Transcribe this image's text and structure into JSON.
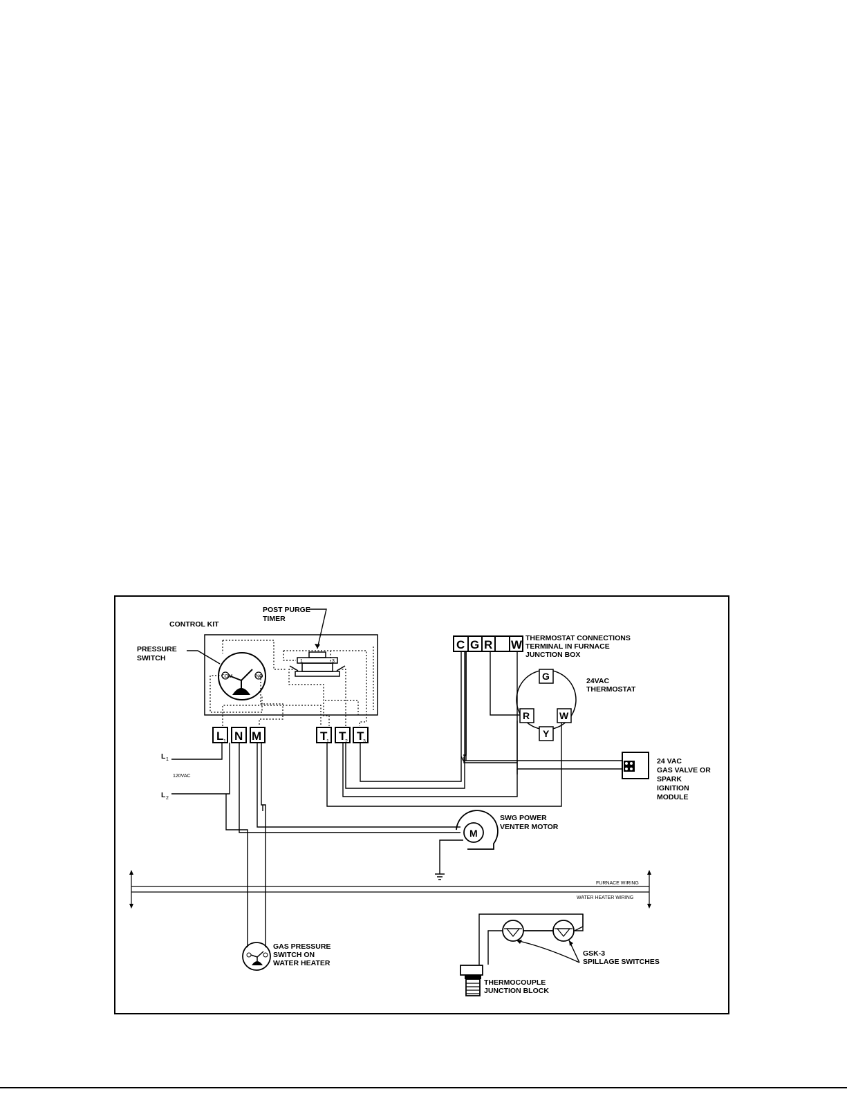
{
  "labels": {
    "control_kit": "CONTROL KIT",
    "post_purge": [
      "POST PURGE",
      "TIMER"
    ],
    "pressure_switch": [
      "PRESSURE",
      "SWITCH"
    ],
    "thermostat_terminal": [
      "THERMOSTAT CONNECTIONS",
      "TERMINAL IN FURNACE",
      "JUNCTION BOX"
    ],
    "thermostat": [
      "24VAC",
      "THERMOSTAT"
    ],
    "gas_valve": [
      "24 VAC",
      "GAS VALVE OR",
      "SPARK",
      "IGNITION",
      "MODULE"
    ],
    "motor": [
      "SWG POWER",
      "VENTER MOTOR"
    ],
    "gas_pressure_switch": [
      "GAS PRESSURE",
      "SWITCH ON",
      "WATER HEATER"
    ],
    "spillage": [
      "GSK-3",
      "SPILLAGE SWITCHES"
    ],
    "thermocouple": [
      "THERMOCOUPLE",
      "JUNCTION BLOCK"
    ],
    "furnace_wiring": "FURNACE WIRING",
    "water_heater_wiring": "WATER HEATER WIRING",
    "voltage": "120VAC",
    "l1": "L",
    "l1_sub": "1",
    "l2": "L",
    "l2_sub": "2",
    "ps_left_contact": "COM",
    "ps_right_contact": "NO",
    "timer_pin_left": "1",
    "timer_pin_right": "3",
    "motor_symbol": "M"
  },
  "control_terminals": [
    {
      "label": "L",
      "sub": "1"
    },
    {
      "label": "N",
      "sub": ""
    },
    {
      "label": "M",
      "sub": ""
    },
    {
      "label": "T",
      "sub": "1"
    },
    {
      "label": "T",
      "sub": "2"
    },
    {
      "label": "T",
      "sub": "3"
    }
  ],
  "furnace_terminals": [
    "C",
    "G",
    "R",
    "",
    "W"
  ],
  "thermostat_terminals": {
    "top": "G",
    "left": "R",
    "right": "W",
    "bottom": "Y"
  }
}
